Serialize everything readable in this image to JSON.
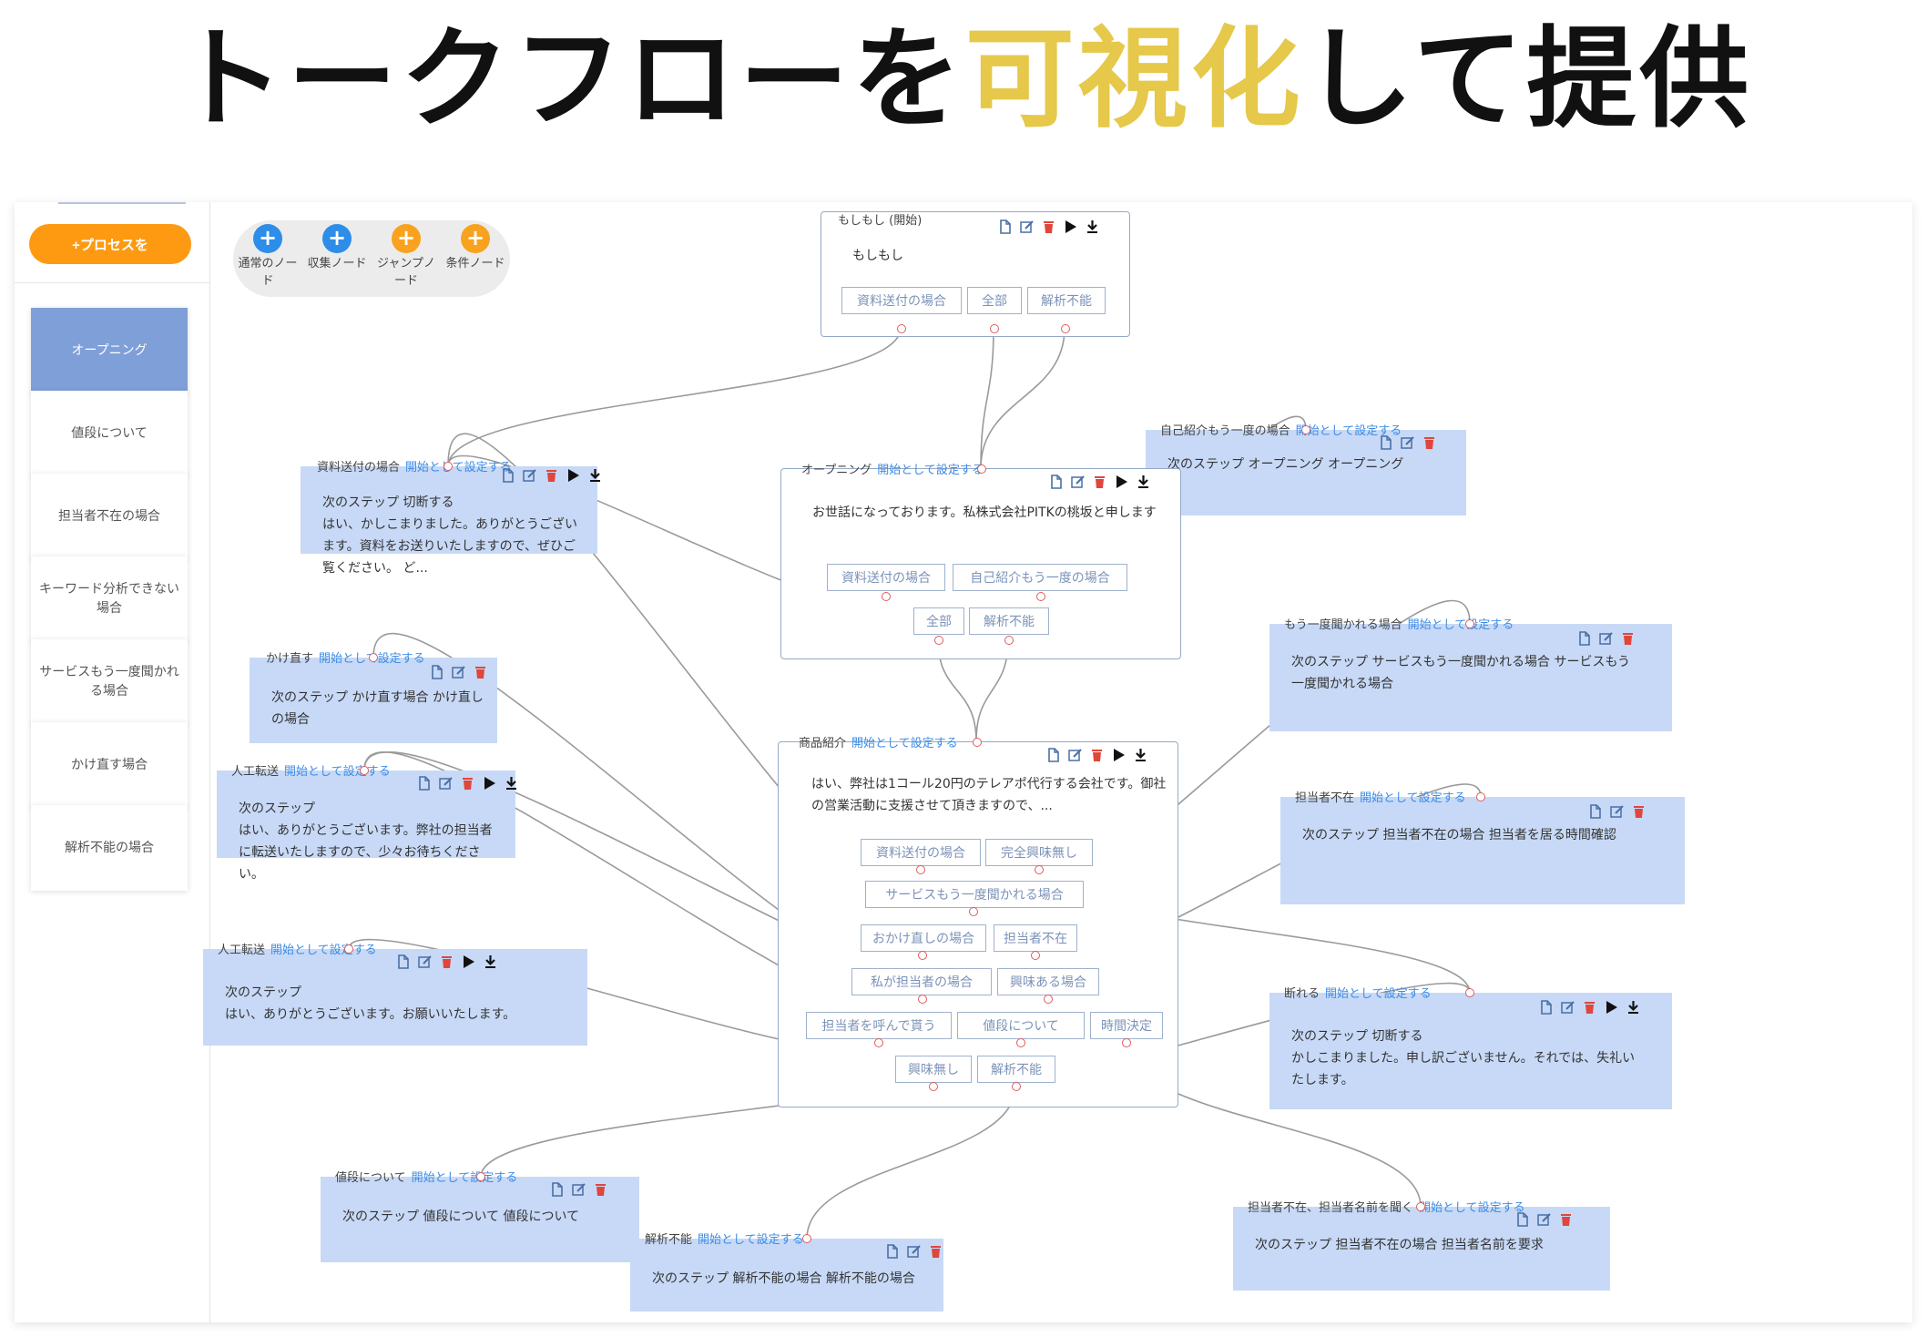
{
  "headline": {
    "part1": "トークフローを",
    "part2": "可視化",
    "part3": "して提供",
    "accent_color": "#e6c84a"
  },
  "sidebar": {
    "add_process_label": "+プロセスを",
    "items": [
      {
        "label": "オープニング",
        "active": true
      },
      {
        "label": "値段について"
      },
      {
        "label": "担当者不在の場合"
      },
      {
        "label": "キーワード分析できない場合"
      },
      {
        "label": "サービスもう一度聞かれる場合"
      },
      {
        "label": "かけ直す場合"
      },
      {
        "label": "解析不能の場合"
      }
    ]
  },
  "palette": {
    "items": [
      {
        "label": "通常のノード",
        "color": "#2e8de8"
      },
      {
        "label": "収集ノード",
        "color": "#2e8de8"
      },
      {
        "label": "ジャンプノード",
        "color": "#f9a21f"
      },
      {
        "label": "条件ノード",
        "color": "#f9a21f"
      }
    ]
  },
  "set_start_label": "開始として設定する",
  "nodes": {
    "moshimoshi": {
      "title": "もしもし (開始)",
      "body": "もしもし",
      "buttons": [
        "資料送付の場合",
        "全部",
        "解析不能"
      ]
    },
    "opening": {
      "title": "オープニング",
      "body": "お世話になっております。私株式会社PITKの桃坂と申します",
      "buttons": [
        "資料送付の場合",
        "自己紹介もう一度の場合",
        "全部",
        "解析不能"
      ]
    },
    "product": {
      "title": "商品紹介",
      "body": "はい、弊社は1コール20円のテレアポ代行する会社です。御社の営業活動に支援させて頂きますので、...",
      "buttons": [
        "資料送付の場合",
        "完全興味無し",
        "サービスもう一度聞かれる場合",
        "おかけ直しの場合",
        "担当者不在",
        "私が担当者の場合",
        "興味ある場合",
        "担当者を呼んで貰う",
        "値段について",
        "時間決定",
        "興味無し",
        "解析不能"
      ]
    },
    "shiryo": {
      "title": "資料送付の場合",
      "body": "次のステップ 切断する\nはい、かしこまりました。ありがとうございます。資料をお送りいたしますので、ぜひご覧ください。 ど..."
    },
    "kakenaosu": {
      "title": "かけ直す",
      "body": "次のステップ かけ直す場合 かけ直しの場合"
    },
    "jinko1": {
      "title": "人工転送",
      "body": "次のステップ\nはい、ありがとうございます。弊社の担当者に転送いたしますので、少々お待ちください。"
    },
    "jinko2": {
      "title": "人工転送",
      "body": "次のステップ\nはい、ありがとうございます。お願いいたします。"
    },
    "nedan": {
      "title": "値段について",
      "body": "次のステップ 値段について 値段について"
    },
    "kaiseki": {
      "title": "解析不能",
      "body": "次のステップ 解析不能の場合 解析不能の場合"
    },
    "jiko": {
      "title": "自己紹介もう一度の場合",
      "body": "次のステップ オープニング オープニング"
    },
    "mouichido": {
      "title": "もう一度聞かれる場合",
      "body": "次のステップ サービスもう一度聞かれる場合 サービスもう一度聞かれる場合"
    },
    "tanto": {
      "title": "担当者不在",
      "body": "次のステップ 担当者不在の場合 担当者を居る時間確認"
    },
    "kotowa": {
      "title": "断れる",
      "body": "次のステップ 切断する\nかしこまりました。申し訳ございません。それでは、失礼いたします。"
    },
    "tanto2": {
      "title": "担当者不在、担当者名前を聞く",
      "body": "次のステップ 担当者不在の場合 担当者名前を要求"
    }
  },
  "icon_colors": {
    "toolbar": "#4a6fa5",
    "delete": "#e0463c",
    "play": "#111111"
  }
}
